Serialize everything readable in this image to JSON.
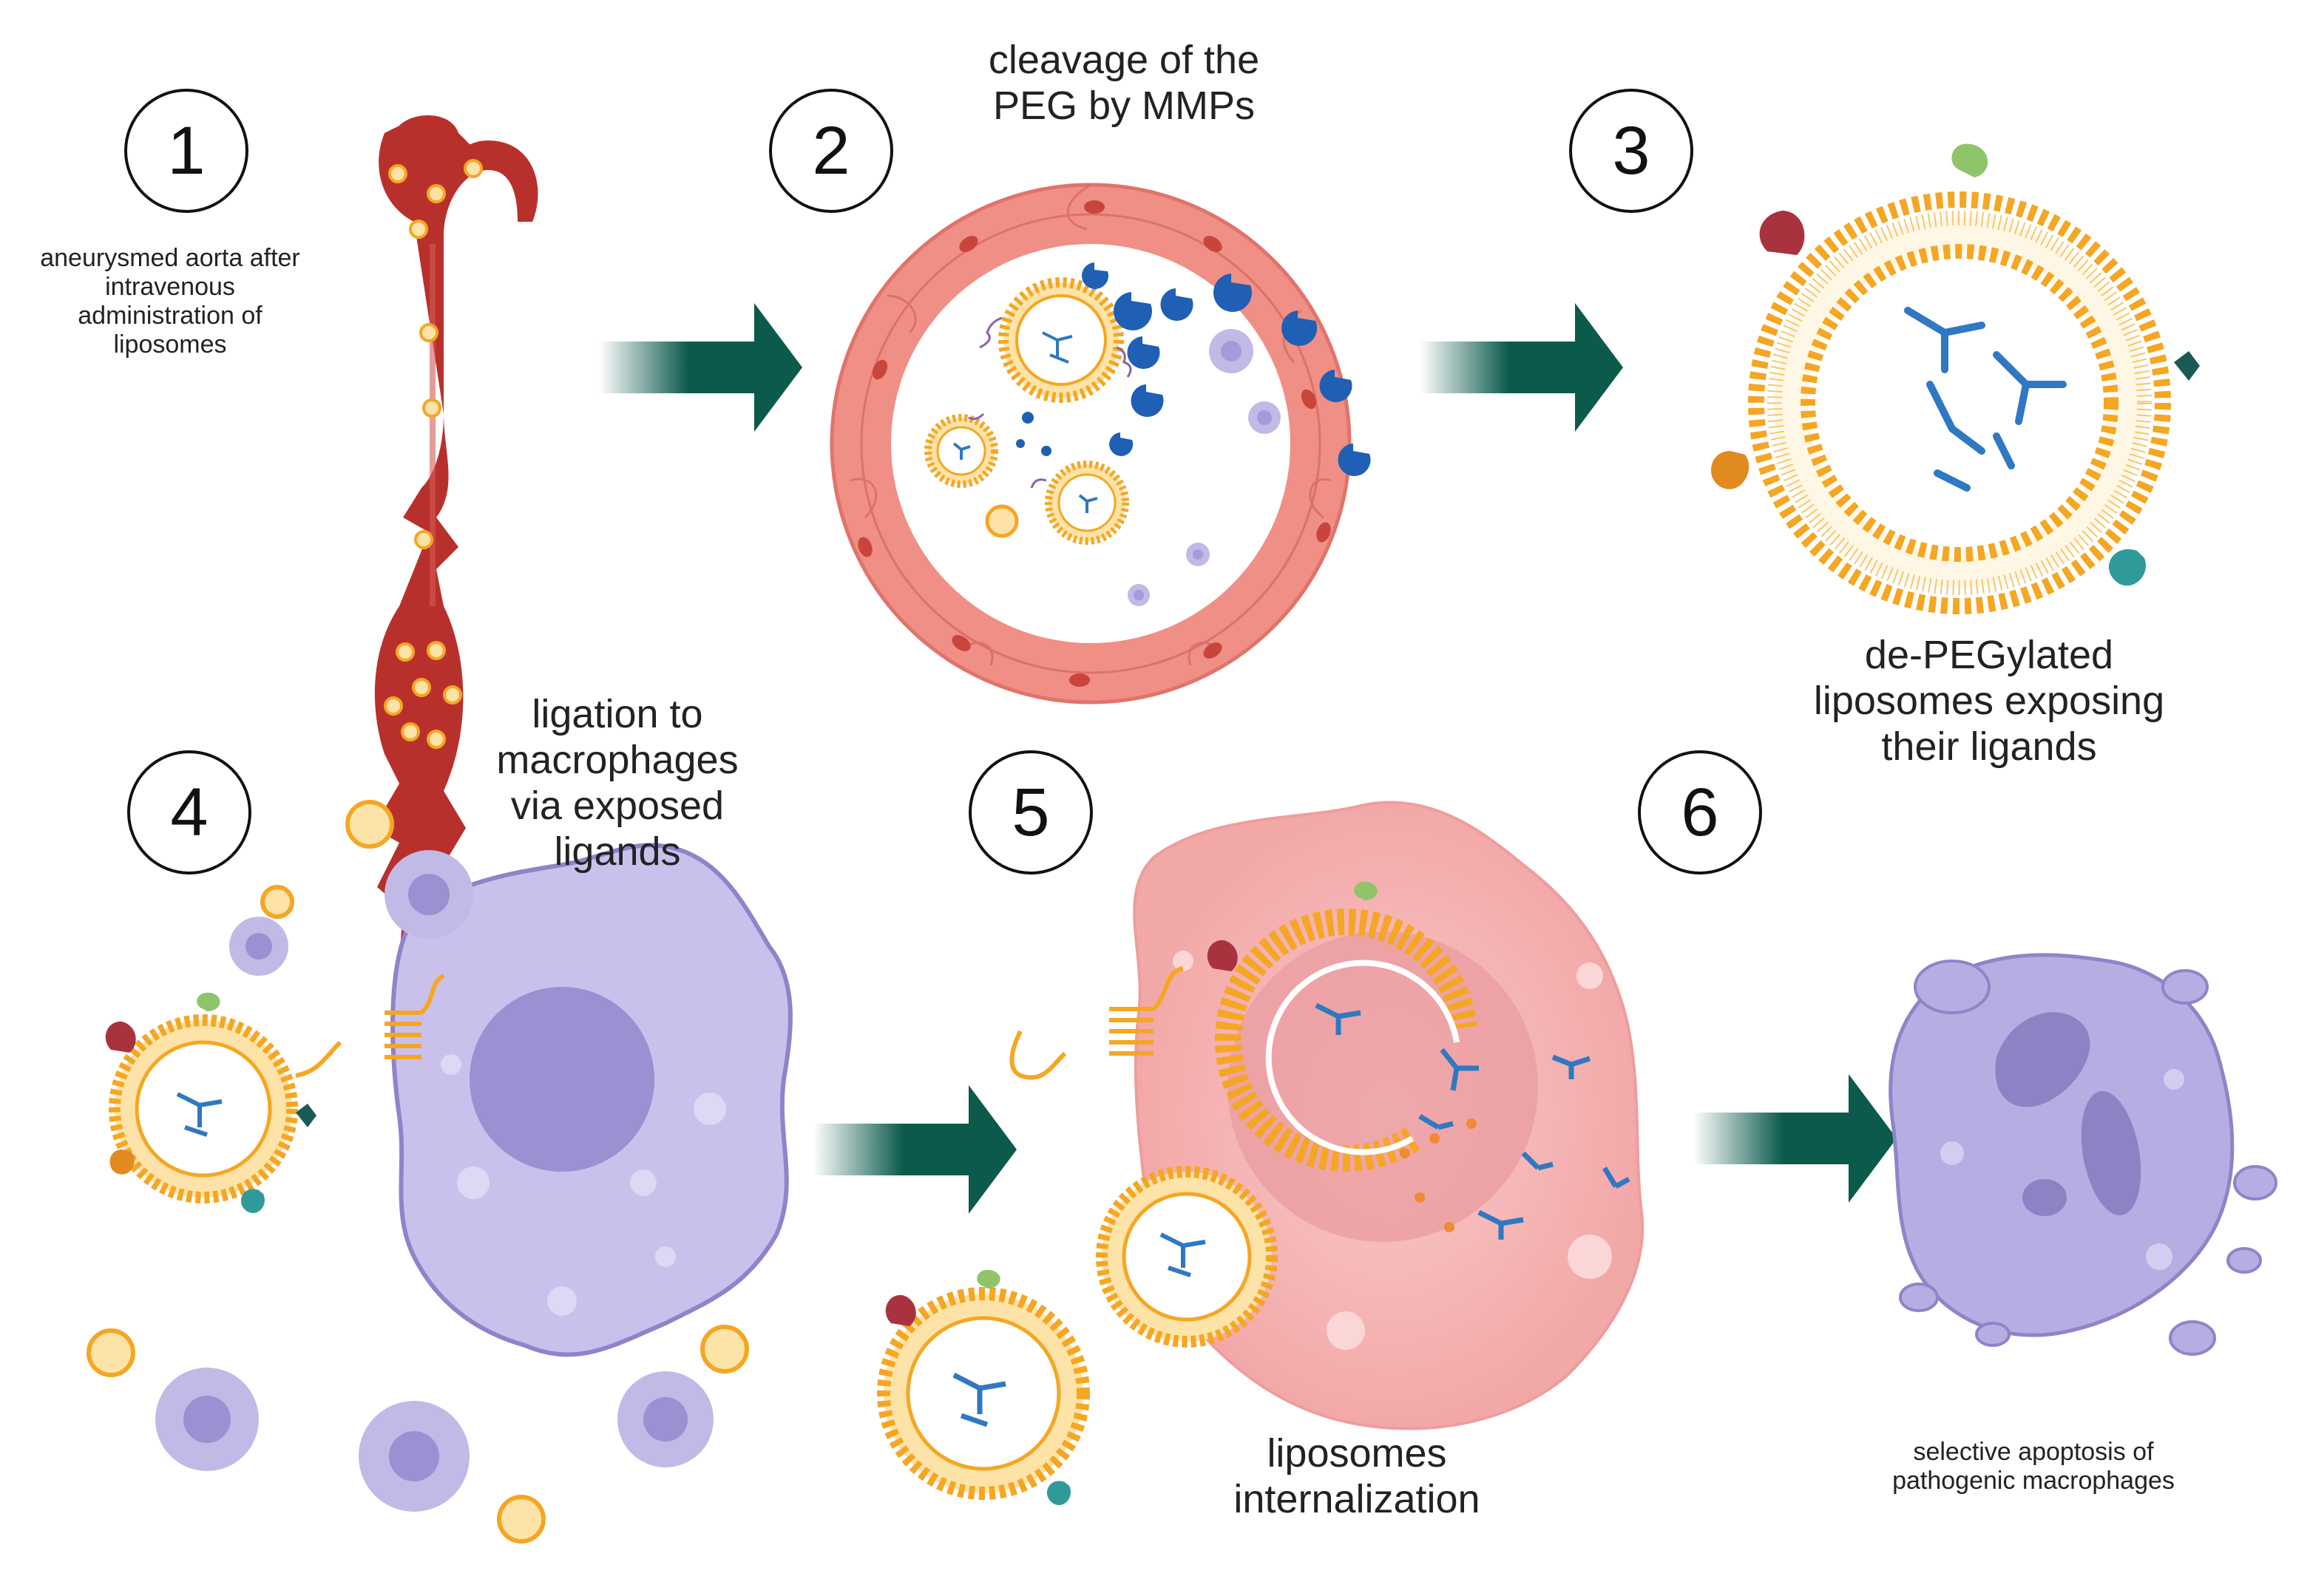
{
  "steps": [
    {
      "number": "1",
      "caption": [
        "aneurysmed aorta after",
        "intravenous",
        "administration of",
        "liposomes"
      ]
    },
    {
      "number": "2",
      "caption": [
        "cleavage of the",
        "PEG by MMPs"
      ]
    },
    {
      "number": "3",
      "caption": [
        "de-PEGylated",
        "liposomes exposing",
        "their ligands"
      ]
    },
    {
      "number": "4",
      "caption": [
        "ligation to",
        "macrophages",
        "via exposed",
        "ligands"
      ]
    },
    {
      "number": "5",
      "caption": [
        "liposomes",
        "internalization"
      ]
    },
    {
      "number": "6",
      "caption": [
        "selective apoptosis of",
        "pathogenic macrophages"
      ]
    }
  ],
  "colors": {
    "aorta": "#b8302c",
    "vessel_wall": "#ef8f86",
    "liposome": "#f5a623",
    "liposome_fill": "#fde3a7",
    "macrophage": "#b9b2e3",
    "macrophage_nucleus": "#9a90d2",
    "pink_cell": "#f7b8b8",
    "arrow": "#0c5a4c",
    "mmp": "#1f5fb4",
    "antibody": "#2f78c2"
  }
}
